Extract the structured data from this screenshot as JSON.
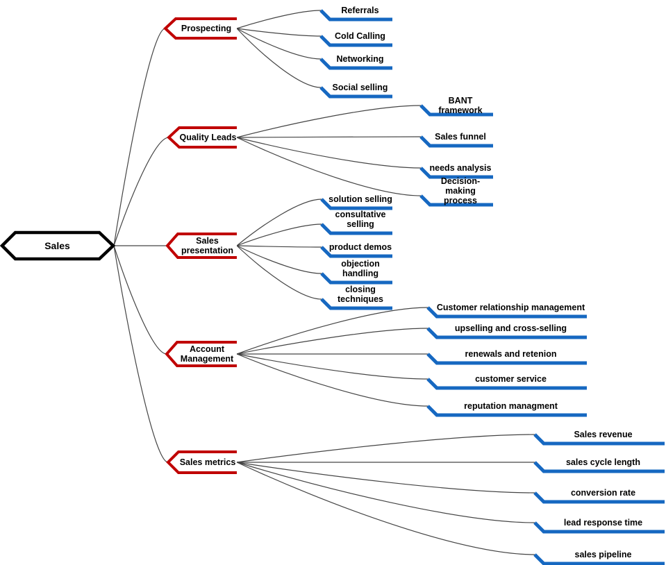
{
  "colors": {
    "root_stroke": "#000000",
    "branch_stroke": "#c00000",
    "leaf_stroke": "#1668c1",
    "edge": "#444444",
    "node_fill": "#ffffff",
    "text": "#000000"
  },
  "root": {
    "label": "Sales"
  },
  "branches": [
    {
      "label": "Prospecting",
      "children": [
        {
          "label": "Referrals"
        },
        {
          "label": "Cold Calling"
        },
        {
          "label": "Networking"
        },
        {
          "label": "Social selling"
        }
      ]
    },
    {
      "label": "Quality Leads",
      "children": [
        {
          "label": "BANT framework"
        },
        {
          "label": "Sales funnel"
        },
        {
          "label": "needs analysis"
        },
        {
          "label": "Decision-making\nprocess"
        }
      ]
    },
    {
      "label": "Sales\npresentation",
      "children": [
        {
          "label": "solution selling"
        },
        {
          "label": "consultative\nselling"
        },
        {
          "label": "product demos"
        },
        {
          "label": "objection\nhandling"
        },
        {
          "label": "closing\ntechniques"
        }
      ]
    },
    {
      "label": "Account\nManagement",
      "children": [
        {
          "label": "Customer relationship management"
        },
        {
          "label": "upselling and cross-selling"
        },
        {
          "label": "renewals and retenion"
        },
        {
          "label": "customer service"
        },
        {
          "label": "reputation managment"
        }
      ]
    },
    {
      "label": "Sales metrics",
      "children": [
        {
          "label": "Sales revenue"
        },
        {
          "label": "sales cycle length"
        },
        {
          "label": "conversion rate"
        },
        {
          "label": "lead response time"
        },
        {
          "label": "sales pipeline"
        }
      ]
    }
  ]
}
